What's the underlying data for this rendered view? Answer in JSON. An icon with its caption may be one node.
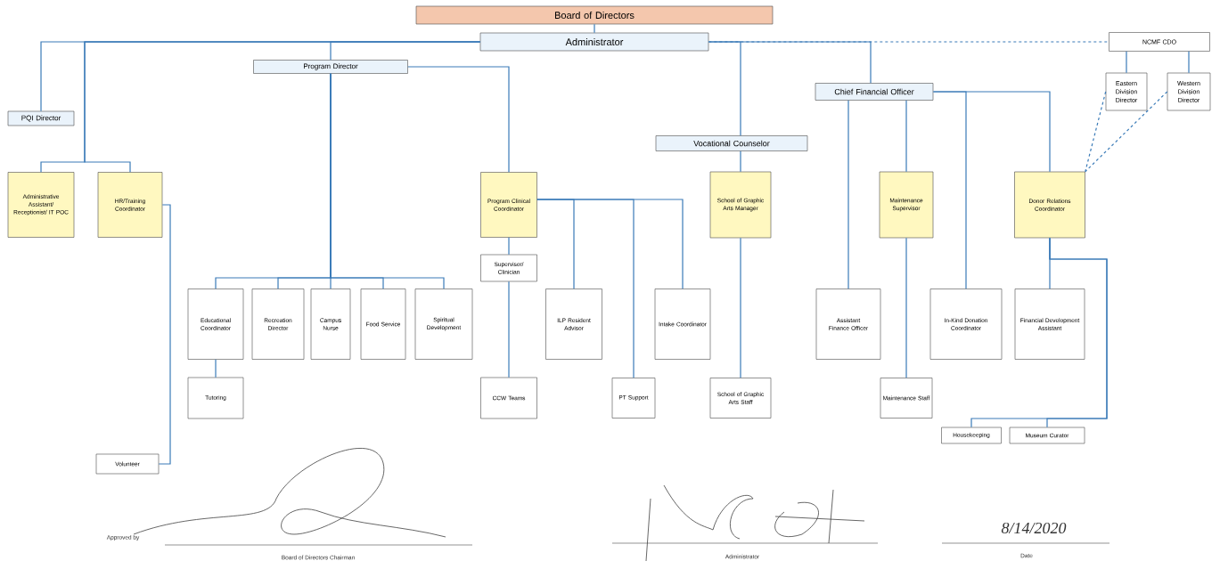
{
  "diagram": {
    "nodes": [
      {
        "text": [
          "Board of Directors"
        ]
      },
      {
        "text": [
          "Administrator"
        ]
      },
      {
        "text": [
          "NCMF CDO"
        ]
      },
      {
        "text": [
          "Program Director"
        ]
      },
      {
        "text": [
          "PQI Director"
        ]
      },
      {
        "text": [
          "Eastern Division Director"
        ]
      },
      {
        "text": [
          "Western Division Director"
        ]
      },
      {
        "text": [
          "Chief Financial Officer"
        ]
      },
      {
        "text": [
          "Vocational Counselor"
        ]
      },
      {
        "text": [
          "Administrative Assistant/ Receptionist/ IT POC"
        ]
      },
      {
        "text": [
          "HR/Training Coordinator"
        ]
      },
      {
        "text": [
          "Program Clinical Coordinator"
        ]
      },
      {
        "text": [
          "School of Graphic Arts Manager"
        ]
      },
      {
        "text": [
          "Maintenance Supervisor"
        ]
      },
      {
        "text": [
          "Donor Relations Coordinator"
        ]
      },
      {
        "text": [
          "Supervisor/ Clinician"
        ]
      },
      {
        "text": [
          "Educational Coordinator"
        ]
      },
      {
        "text": [
          "Recreation Director"
        ]
      },
      {
        "text": [
          "Campus Nurse"
        ]
      },
      {
        "text": [
          "Food Service"
        ]
      },
      {
        "text": [
          "Spiritual Development"
        ]
      },
      {
        "text": [
          "ILP Resident Advisor"
        ]
      },
      {
        "text": [
          "Intake Coordinator"
        ]
      },
      {
        "text": [
          "Assistant Finance Officer"
        ]
      },
      {
        "text": [
          "In-Kind Donation Coordinator"
        ]
      },
      {
        "text": [
          "Financial Development Assistant"
        ]
      },
      {
        "text": [
          "Tutoring"
        ]
      },
      {
        "text": [
          "CCW Teams"
        ]
      },
      {
        "text": [
          "PT Support"
        ]
      },
      {
        "text": [
          "School of Graphic Arts Staff"
        ]
      },
      {
        "text": [
          "Maintenance Staff"
        ]
      },
      {
        "text": [
          "Housekeeping"
        ]
      },
      {
        "text": [
          "Museum Curator"
        ]
      },
      {
        "text": [
          "Volunteer"
        ]
      }
    ],
    "edges": [
      {
        "from": 0,
        "to": 1,
        "arrow": "none"
      },
      {
        "from": 1,
        "to": 4,
        "arrow": "none"
      },
      {
        "from": 1,
        "to": 9,
        "arrow": "none"
      },
      {
        "from": 1,
        "to": 10,
        "arrow": "none"
      },
      {
        "from": 1,
        "to": 3,
        "arrow": "none"
      },
      {
        "from": 1,
        "to": 8,
        "arrow": "none"
      },
      {
        "from": 1,
        "to": 7,
        "arrow": "none"
      },
      {
        "from": 1,
        "to": 2,
        "arrow": "none",
        "style": "dashed"
      },
      {
        "from": 2,
        "to": 5,
        "arrow": "none"
      },
      {
        "from": 2,
        "to": 6,
        "arrow": "none"
      },
      {
        "from": 5,
        "to": 14,
        "arrow": "none",
        "style": "dashed"
      },
      {
        "from": 6,
        "to": 14,
        "arrow": "none",
        "style": "dashed"
      },
      {
        "from": 3,
        "to": 11,
        "arrow": "none"
      },
      {
        "from": 3,
        "to": 16,
        "arrow": "none"
      },
      {
        "from": 3,
        "to": 17,
        "arrow": "none"
      },
      {
        "from": 3,
        "to": 18,
        "arrow": "none"
      },
      {
        "from": 3,
        "to": 19,
        "arrow": "none"
      },
      {
        "from": 3,
        "to": 20,
        "arrow": "none"
      },
      {
        "from": 11,
        "to": 21,
        "arrow": "none"
      },
      {
        "from": 11,
        "to": 28,
        "arrow": "none"
      },
      {
        "from": 11,
        "to": 22,
        "arrow": "none"
      },
      {
        "from": 11,
        "to": 15,
        "arrow": "none"
      },
      {
        "from": 15,
        "to": 27,
        "arrow": "none"
      },
      {
        "from": 16,
        "to": 26,
        "arrow": "none"
      },
      {
        "from": 10,
        "to": 33,
        "arrow": "none"
      },
      {
        "from": 8,
        "to": 12,
        "arrow": "none"
      },
      {
        "from": 12,
        "to": 29,
        "arrow": "none"
      },
      {
        "from": 7,
        "to": 23,
        "arrow": "none"
      },
      {
        "from": 7,
        "to": 13,
        "arrow": "none"
      },
      {
        "from": 7,
        "to": 24,
        "arrow": "none"
      },
      {
        "from": 7,
        "to": 14,
        "arrow": "none"
      },
      {
        "from": 13,
        "to": 30,
        "arrow": "none"
      },
      {
        "from": 14,
        "to": 25,
        "arrow": "none"
      },
      {
        "from": 14,
        "to": 31,
        "arrow": "none"
      },
      {
        "from": 14,
        "to": 32,
        "arrow": "none"
      }
    ],
    "labels": [
      "Approved by",
      "Board of Directors Chairman",
      "Administrator",
      "8/14/2020",
      "Date"
    ]
  }
}
